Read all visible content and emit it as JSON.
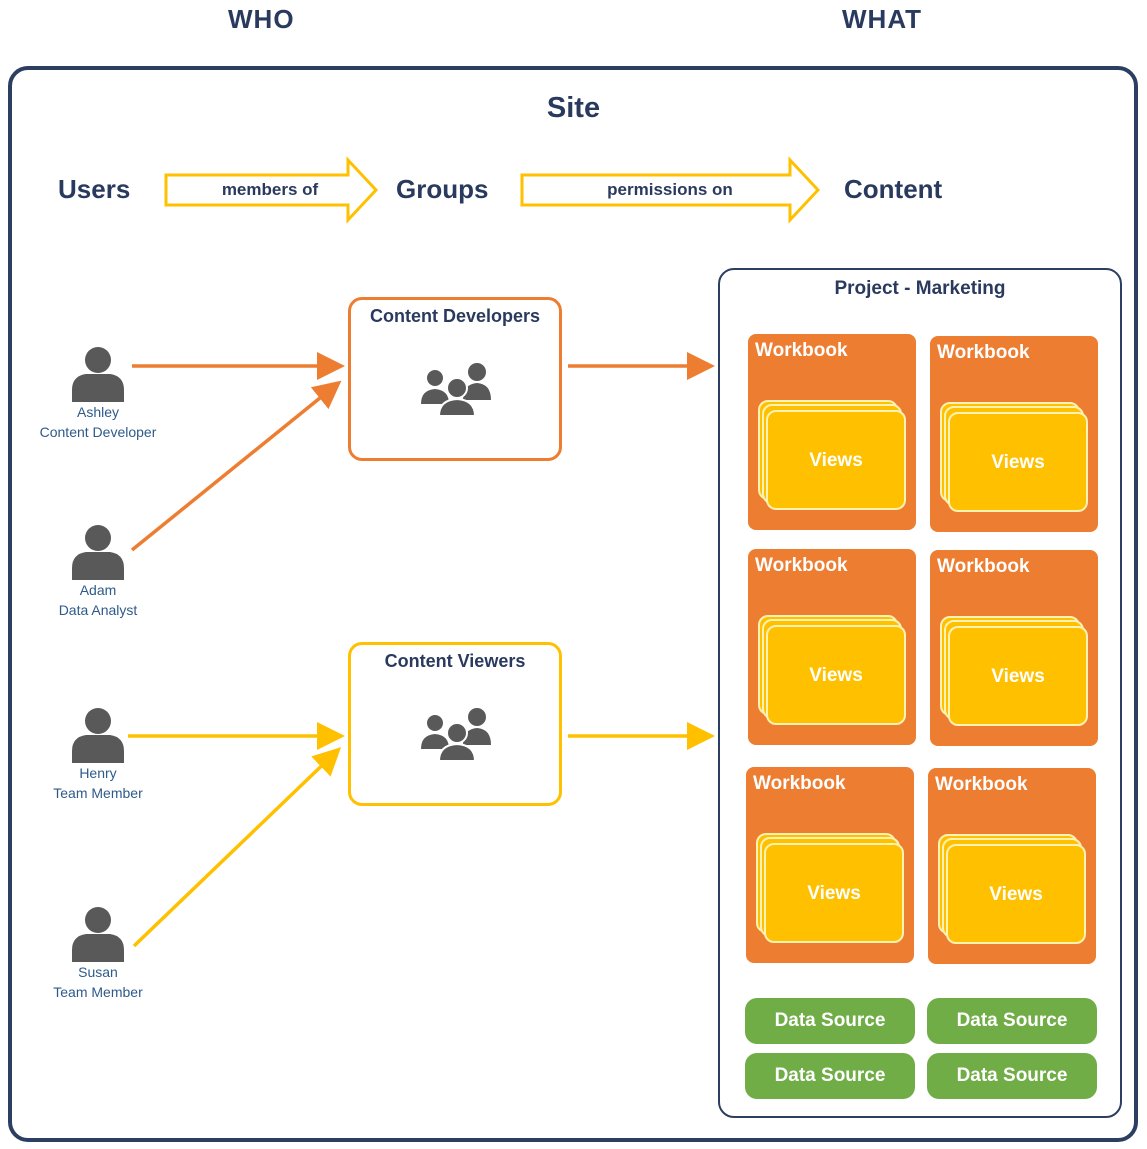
{
  "headers": {
    "who": "WHO",
    "what": "WHAT"
  },
  "site": {
    "title": "Site"
  },
  "flow": {
    "users": "Users",
    "members_of": "members of",
    "groups": "Groups",
    "permissions_on": "permissions on",
    "content": "Content"
  },
  "users": [
    {
      "name": "Ashley",
      "role": "Content Developer"
    },
    {
      "name": "Adam",
      "role": "Data Analyst"
    },
    {
      "name": "Henry",
      "role": "Team Member"
    },
    {
      "name": "Susan",
      "role": "Team Member"
    }
  ],
  "groups": [
    {
      "title": "Content Developers",
      "icon": "group-icon",
      "color": "#ed7d31"
    },
    {
      "title": "Content Viewers",
      "icon": "group-icon",
      "color": "#ffc000"
    }
  ],
  "project": {
    "title": "Project - Marketing",
    "workbooks": [
      {
        "title": "Workbook",
        "views": "Views"
      },
      {
        "title": "Workbook",
        "views": "Views"
      },
      {
        "title": "Workbook",
        "views": "Views"
      },
      {
        "title": "Workbook",
        "views": "Views"
      },
      {
        "title": "Workbook",
        "views": "Views"
      },
      {
        "title": "Workbook",
        "views": "Views"
      }
    ],
    "data_sources": [
      "Data Source",
      "Data Source",
      "Data Source",
      "Data Source"
    ]
  },
  "colors": {
    "navy": "#2d3e63",
    "orange": "#ed7d31",
    "yellow": "#ffc000",
    "green": "#70ad47",
    "person": "#595959"
  }
}
